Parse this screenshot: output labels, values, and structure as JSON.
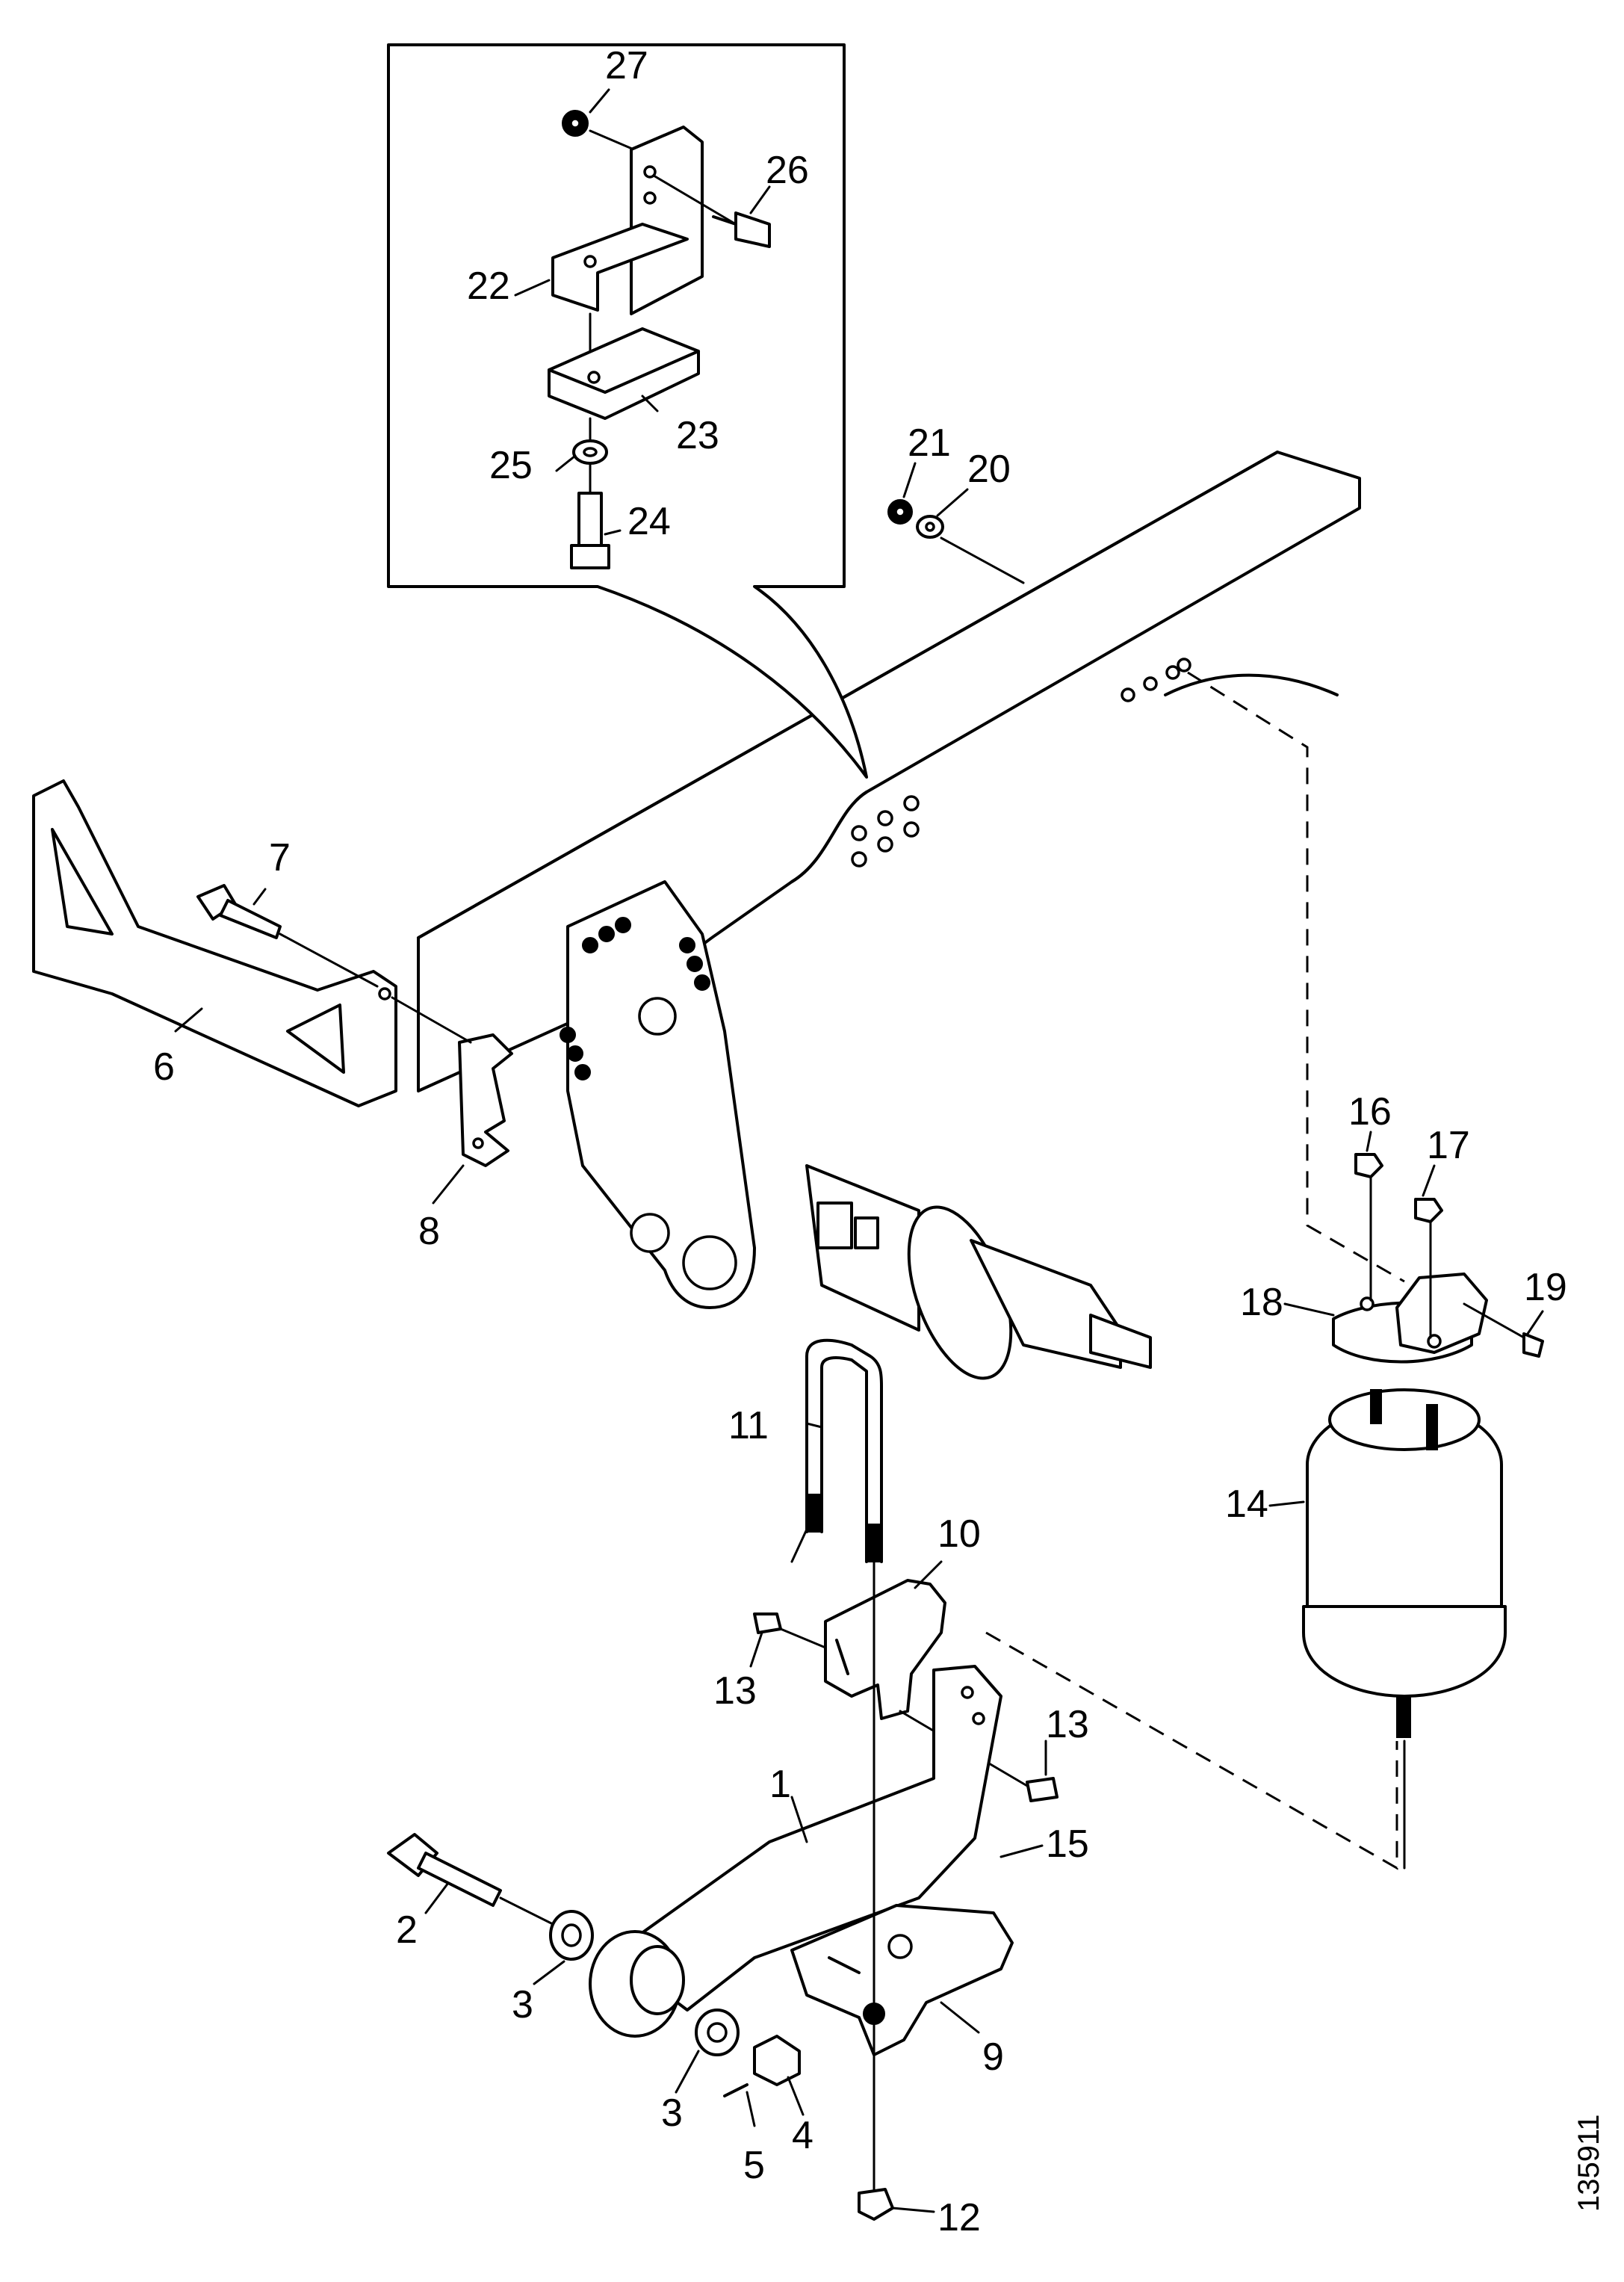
{
  "reference_number": "135911",
  "callouts": [
    {
      "id": "c1",
      "text": "1"
    },
    {
      "id": "c2",
      "text": "2"
    },
    {
      "id": "c3a",
      "text": "3"
    },
    {
      "id": "c3b",
      "text": "3"
    },
    {
      "id": "c4",
      "text": "4"
    },
    {
      "id": "c5",
      "text": "5"
    },
    {
      "id": "c6",
      "text": "6"
    },
    {
      "id": "c7",
      "text": "7"
    },
    {
      "id": "c8",
      "text": "8"
    },
    {
      "id": "c9",
      "text": "9"
    },
    {
      "id": "c10",
      "text": "10"
    },
    {
      "id": "c11",
      "text": "11"
    },
    {
      "id": "c12",
      "text": "12"
    },
    {
      "id": "c13a",
      "text": "13"
    },
    {
      "id": "c13b",
      "text": "13"
    },
    {
      "id": "c14",
      "text": "14"
    },
    {
      "id": "c15",
      "text": "15"
    },
    {
      "id": "c16",
      "text": "16"
    },
    {
      "id": "c17",
      "text": "17"
    },
    {
      "id": "c18",
      "text": "18"
    },
    {
      "id": "c19",
      "text": "19"
    },
    {
      "id": "c20",
      "text": "20"
    },
    {
      "id": "c21",
      "text": "21"
    },
    {
      "id": "c22",
      "text": "22"
    },
    {
      "id": "c23",
      "text": "23"
    },
    {
      "id": "c24",
      "text": "24"
    },
    {
      "id": "c25",
      "text": "25"
    },
    {
      "id": "c26",
      "text": "26"
    },
    {
      "id": "c27",
      "text": "27"
    }
  ]
}
